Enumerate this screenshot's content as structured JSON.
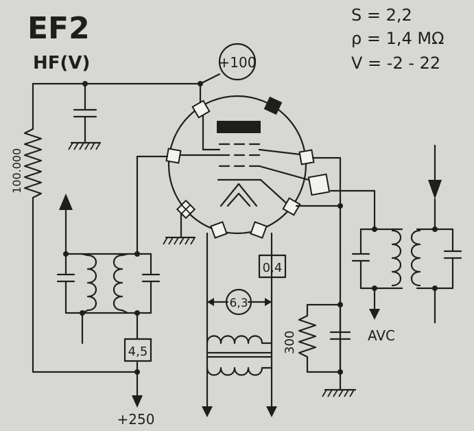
{
  "title": "EF2",
  "subtitle": "HF(V)",
  "params": {
    "s": "S = 2,2",
    "rho": "ρ = 1,4 MΩ",
    "v": "V = -2 - 22"
  },
  "labels": {
    "screen_voltage": "+100",
    "resistor_screen": "100.000",
    "plate_current": "4,5",
    "supply": "+250",
    "heater_current": "0,4",
    "heater_voltage": "6,3",
    "cathode_resistor": "300",
    "avc": "AVC"
  }
}
